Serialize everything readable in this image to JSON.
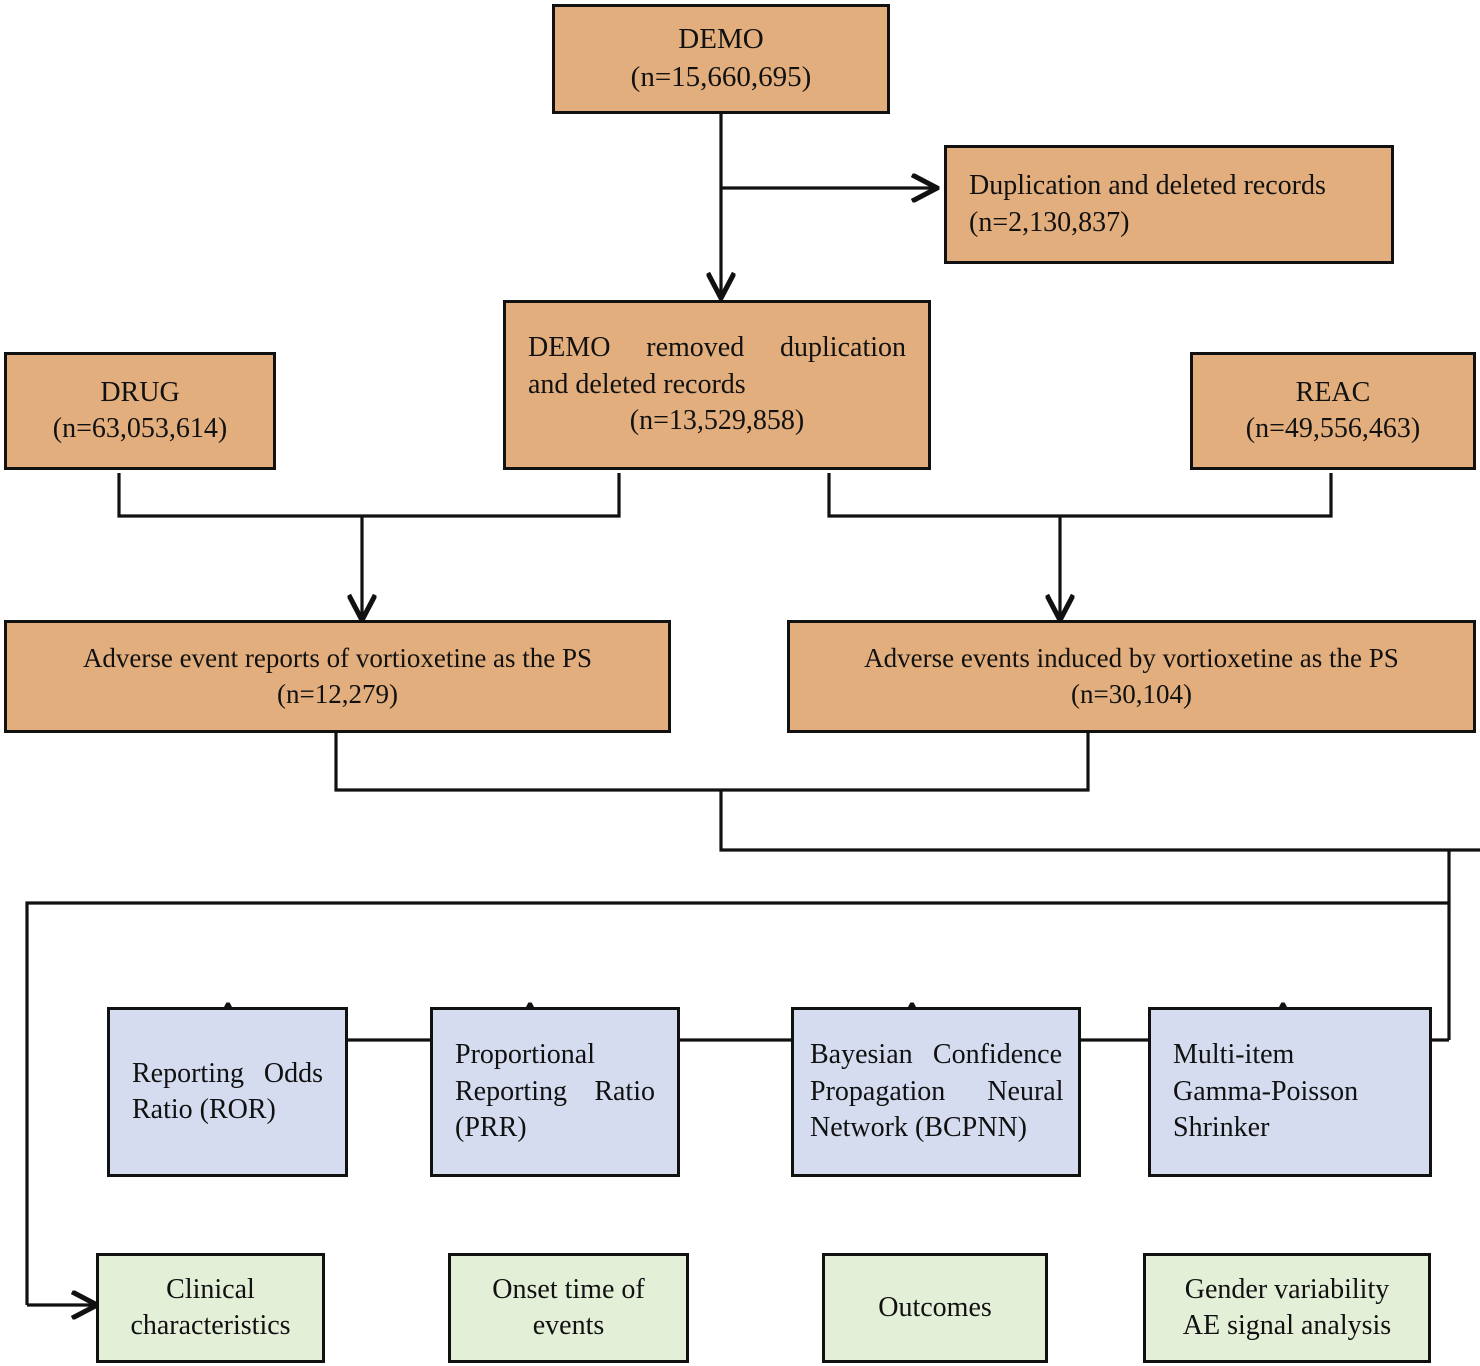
{
  "diagram": {
    "title": "FAERS vortioxetine adverse event study flowchart",
    "colors": {
      "source_fill": "#e2ae7d",
      "method_fill": "#d5dcf0",
      "outcome_fill": "#e4efd8",
      "stroke": "#111111",
      "background": "#ffffff"
    }
  },
  "nodes": {
    "demo": {
      "name": "DEMO",
      "count": "(n=15,660,695)"
    },
    "duplication": {
      "name": "Duplication and deleted records",
      "count": "(n=2,130,837)"
    },
    "demo_removed": {
      "line1": "DEMO  removed  duplication",
      "line2": "and deleted records",
      "count": "(n=13,529,858)"
    },
    "drug": {
      "name": "DRUG",
      "count": "(n=63,053,614)"
    },
    "reac": {
      "name": "REAC",
      "count": "(n=49,556,463)"
    },
    "ae_reports": {
      "name": "Adverse event reports of vortioxetine as the PS",
      "count": "(n=12,279)"
    },
    "ae_induced": {
      "name": "Adverse events induced by vortioxetine as the PS",
      "count": "(n=30,104)"
    }
  },
  "methods": [
    {
      "id": "ror",
      "line1": "Reporting  Odds",
      "line2": "Ratio (ROR)"
    },
    {
      "id": "prr",
      "line1": "Proportional",
      "line2": "Reporting  Ratio",
      "line3": "(PRR)"
    },
    {
      "id": "bcpnn",
      "line1": "Bayesian  Confidence",
      "line2": "Propagation      Neural",
      "line3": "Network (BCPNN)"
    },
    {
      "id": "mgps",
      "line1": "Multi-item",
      "line2": "Gamma-Poisson",
      "line3": "Shrinker"
    }
  ],
  "outcomes": [
    {
      "id": "clinical-characteristics",
      "line1": "Clinical",
      "line2": "characteristics"
    },
    {
      "id": "onset-time",
      "line1": "Onset time of",
      "line2": "events"
    },
    {
      "id": "outcomes",
      "line1": "Outcomes",
      "line2": ""
    },
    {
      "id": "gender-variability",
      "line1": "Gender variability",
      "line2": "AE signal analysis"
    }
  ]
}
